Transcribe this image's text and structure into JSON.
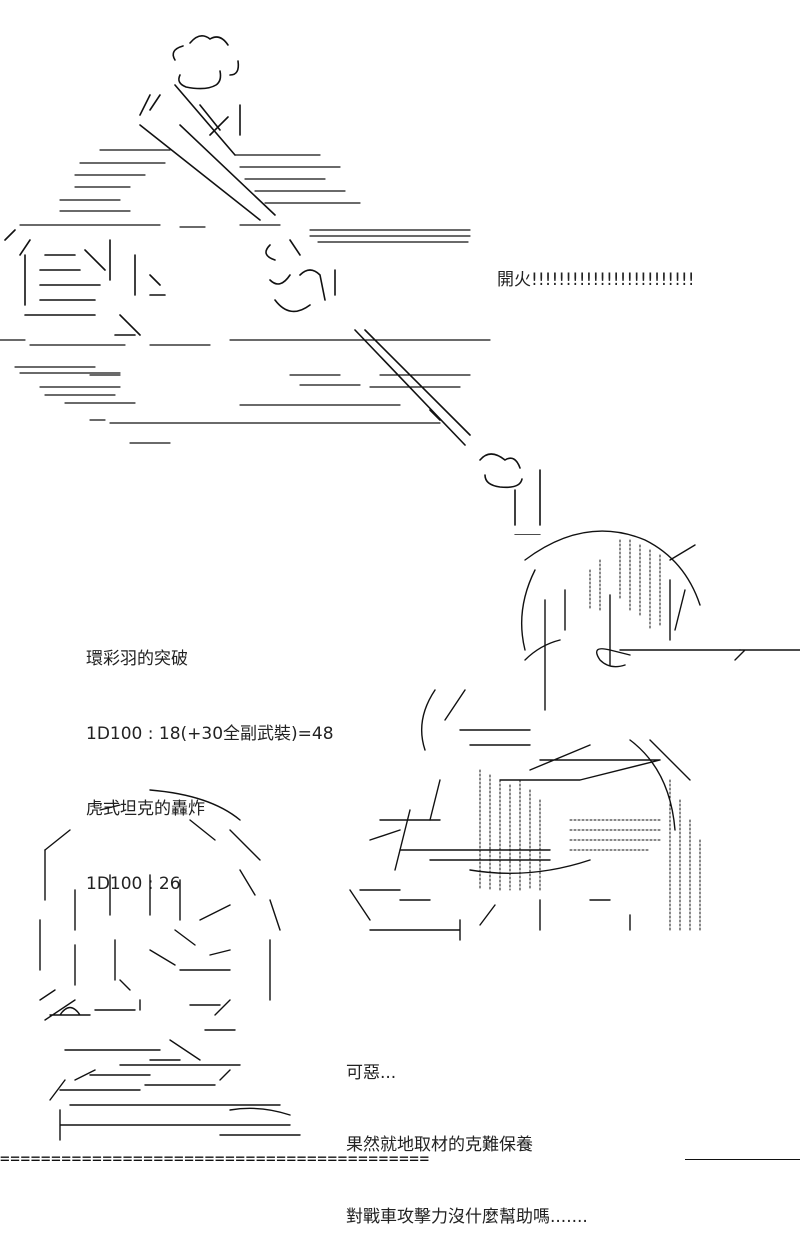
{
  "shout": {
    "text": "開火!!!!!!!!!!!!!!!!!!!!!!!!"
  },
  "dice_log": {
    "lines": [
      "環彩羽的突破",
      "1D100 : 18(+30全副武裝)=48",
      "虎式坦克的轟炸",
      "1D100 : 26"
    ]
  },
  "dialog": {
    "lines": [
      "可惡...",
      "果然就地取材的克難保養",
      "對戰車攻擊力沒什麼幫助嗎......."
    ]
  },
  "bottom_rule": {
    "text": "=========================================="
  },
  "colors": {
    "ink": "#111111",
    "paper": "#ffffff"
  },
  "art": {
    "top": {
      "icon": "tank-firing-art"
    },
    "right": {
      "icon": "tank-commander-girl-art"
    },
    "bottom_left": {
      "icon": "worried-girl-art"
    }
  }
}
